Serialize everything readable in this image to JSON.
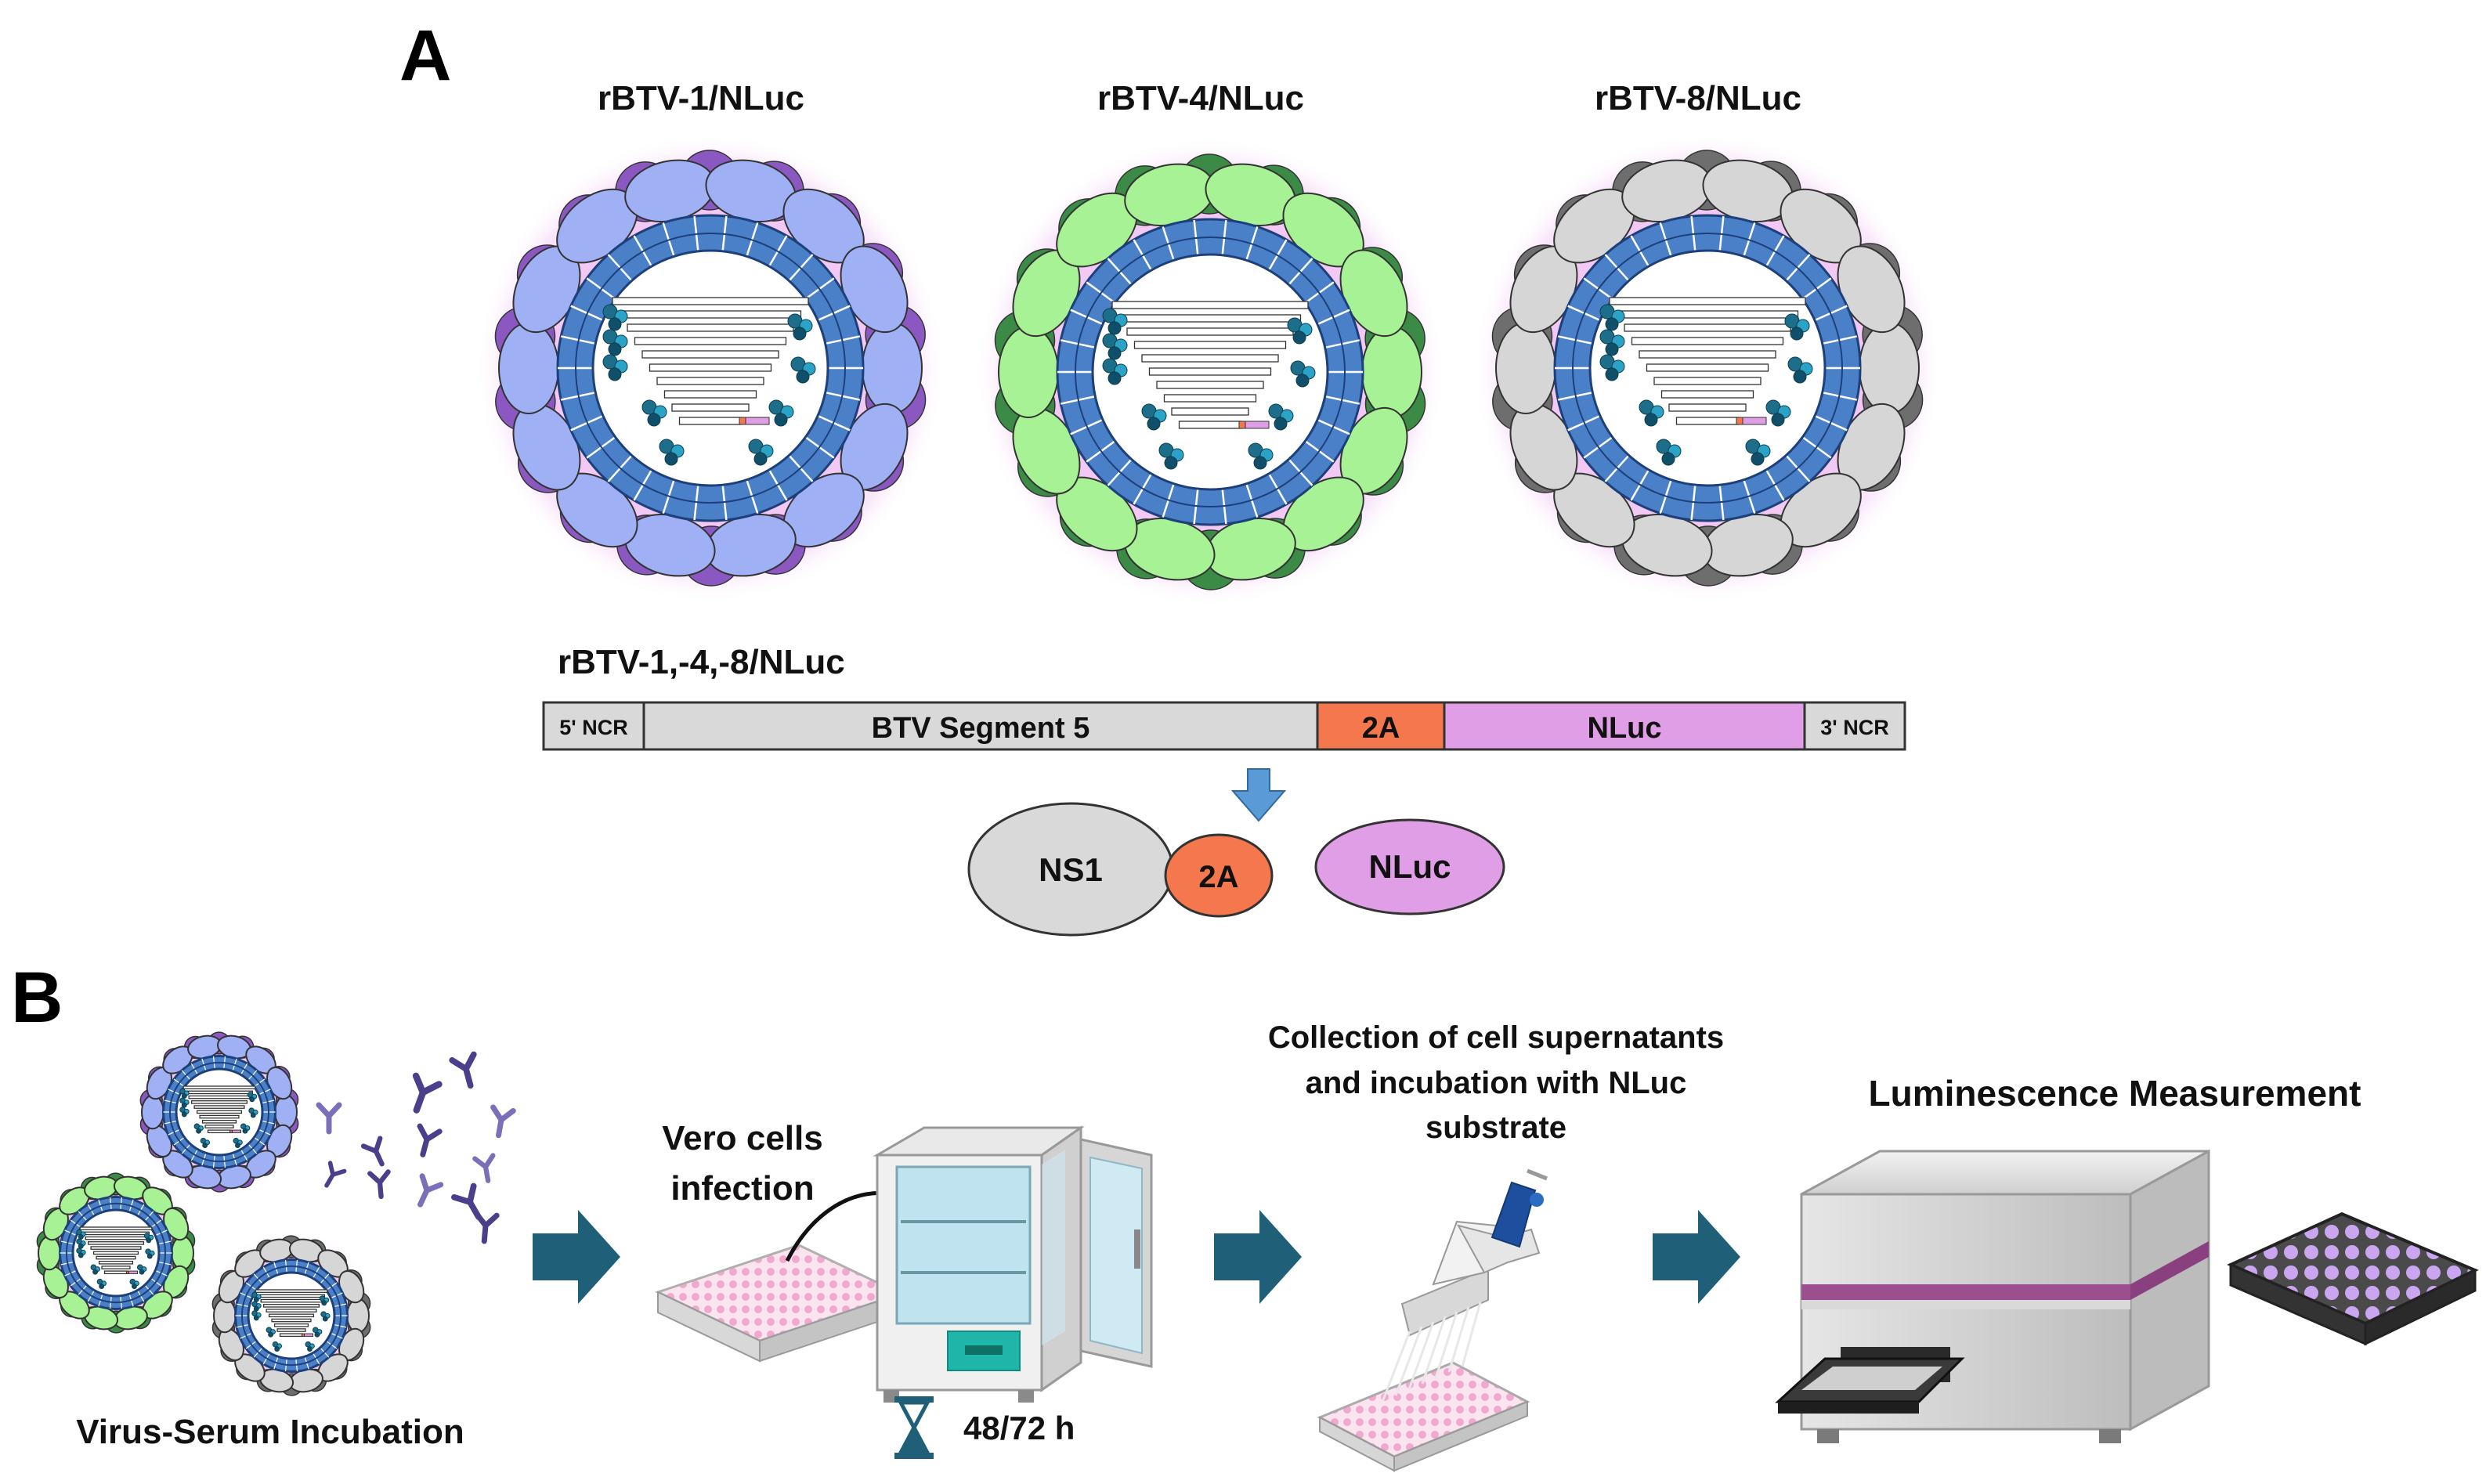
{
  "panel_a": {
    "letter": "A",
    "virions": [
      {
        "label": "rBTV-1/NLuc",
        "outer_protein_color": "#9fb0f5",
        "outer_dark_color": "#8a58c0"
      },
      {
        "label": "rBTV-4/NLuc",
        "outer_protein_color": "#a6f295",
        "outer_dark_color": "#3b8a45"
      },
      {
        "label": "rBTV-8/NLuc",
        "outer_protein_color": "#d6d6d6",
        "outer_dark_color": "#6e6e6e"
      }
    ],
    "construct": {
      "title": "rBTV-1,-4,-8/NLuc",
      "segments": [
        {
          "label": "5' NCR",
          "color": "#d9d9d9"
        },
        {
          "label": "BTV Segment 5",
          "color": "#d9d9d9"
        },
        {
          "label": "2A",
          "color": "#f4774d"
        },
        {
          "label": "NLuc",
          "color": "#df9ee6"
        },
        {
          "label": "3' NCR",
          "color": "#d9d9d9"
        }
      ]
    },
    "products": {
      "ns1": "NS1",
      "p2a": "2A",
      "nluc": "NLuc"
    }
  },
  "panel_b": {
    "letter": "B",
    "steps": {
      "incubation": "Virus-Serum Incubation",
      "infection_line1": "Vero cells",
      "infection_line2": "infection",
      "time": "48/72 h",
      "collection_line1": "Collection of cell supernatants",
      "collection_line2": "and incubation with NLuc",
      "collection_line3": "substrate",
      "measurement": "Luminescence Measurement"
    }
  },
  "colors": {
    "capsid_blue": "#4a80c8",
    "capsid_dark": "#1d3f7a",
    "arrow_teal": "#1f5f77",
    "arrow_blue": "#5b9bd5",
    "halo": "#e8b8ee"
  }
}
